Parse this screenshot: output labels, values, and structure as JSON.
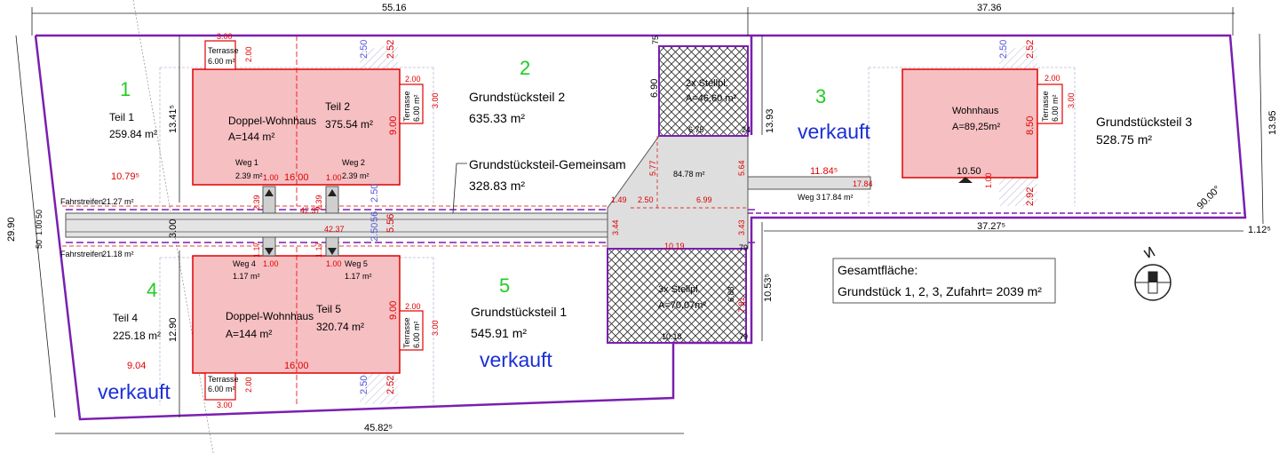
{
  "colors": {
    "boundary": "#7a1fb0",
    "house_fill": "#f6bfc2",
    "house_stroke": "#e00000",
    "dim_red": "#e00000",
    "parcel_number": "#22cc22",
    "sold_text": "#1a2fd6",
    "road_fill": "#d9d9d9"
  },
  "dimensions": {
    "top_left": "55.16",
    "top_right": "37.36",
    "left_side": "29.90",
    "bottom": "45.82⁵",
    "right_upper": "13.95",
    "right_mid_a": "13.93",
    "right_mid_b": "10.53⁵",
    "lane_right": "37.27⁵",
    "right_offset": "1.12⁵",
    "angle": "90.00°",
    "height_upper_left": "13.41⁵",
    "height_lower_left": "12.90",
    "road_width": "3.00",
    "left_50_a": "50",
    "left_100": "1.00",
    "left_50_b": "50",
    "stell_top_75": "75",
    "stell_690": "6.90",
    "stell_675": "6.75",
    "stell_24": "24",
    "stell_79": "79",
    "stell_79b": "79",
    "stell_688": "6.88",
    "stell_781": "7.81",
    "stell_1018": "10.18",
    "x_1184": "11.84⁵",
    "x_1050": "10.50",
    "x_1079": "10.79⁵",
    "x_904": "9.04"
  },
  "red_dims": {
    "house_len_upper": "16.00",
    "house_len_lower": "16.00",
    "house_height_upper": "9.00",
    "house_height_lower": "9.00",
    "road_length": "42.37",
    "road_len_top": "42.37",
    "terrace_w": "3.00",
    "terrace_h": "2.00",
    "side_250_a": "2.50",
    "side_252_a": "2.52",
    "side_250_b": "2.50",
    "side_252_b": "2.52",
    "side_556": "5.56",
    "gemeinsam_149": "1.49",
    "gemeinsam_250": "2.50",
    "gemeinsam_699": "6.99",
    "gemeinsam_577": "5.77",
    "gemeinsam_564": "5.64",
    "gemeinsam_344": "3.44",
    "gemeinsam_343": "3.43",
    "gemeinsam_1019": "10.19",
    "weg3_len": "17.84",
    "wohn_850": "8.50",
    "wohn_292": "2.92",
    "wohn_200": "2.00",
    "wohn_300": "3.00",
    "weg_100": "1.00",
    "weg_239": "2.39",
    "weg_117": "1.17"
  },
  "blue_dims": {
    "b_250_a": "2.50",
    "b_250_b": "2.50",
    "b_250_c": "2.50",
    "b_250_d": "2.50",
    "b_56": "56",
    "b_250_e": "2.50"
  },
  "parcels": {
    "p1": {
      "number": "1",
      "name": "Teil 1",
      "area": "259.84 m²"
    },
    "p2": {
      "number": "2",
      "name": "Grundstücksteil 2",
      "area": "635.33 m²"
    },
    "p3": {
      "number": "3",
      "name": "Grundstücksteil 3",
      "area": "528.75 m²",
      "status": "verkauft"
    },
    "p4": {
      "number": "4",
      "name": "Teil 4",
      "area": "225.18 m²",
      "status": "verkauft"
    },
    "p5": {
      "number": "5",
      "name": "Grundstücksteil 1",
      "area": "545.91 m²",
      "status": "verkauft"
    },
    "common": {
      "name": "Grundstücksteil-Gemeinsam",
      "area": "328.83 m²"
    }
  },
  "houses": {
    "upper": {
      "name": "Doppel-Wohnhaus",
      "area": "A=144 m²",
      "part": "Teil 2",
      "part_area": "375.54 m²"
    },
    "lower": {
      "name": "Doppel-Wohnhaus",
      "area": "A=144 m²",
      "part": "Teil 5",
      "part_area": "320.74 m²"
    },
    "wohnhaus": {
      "name": "Wohnhaus",
      "area": "A=89,25m²"
    }
  },
  "terraces": {
    "label": "Terrasse",
    "area": "6.00 m²"
  },
  "paths": {
    "weg1": {
      "name": "Weg 1",
      "area": "2.39 m²"
    },
    "weg2": {
      "name": "Weg 2",
      "area": "2.39 m²"
    },
    "weg3": {
      "name": "Weg 3",
      "area": "17.84 m²"
    },
    "weg4": {
      "name": "Weg 4",
      "area": "1.17 m²"
    },
    "weg5": {
      "name": "Weg 5",
      "area": "1.17 m²"
    }
  },
  "lanes": {
    "upper": {
      "name": "Fahrstreifen",
      "area": "21.27 m²"
    },
    "lower": {
      "name": "Fahrstreifen",
      "area": "21.18 m²"
    }
  },
  "parking": {
    "upper": {
      "name": "2x Stellpl.",
      "area": "A=46,60 m²"
    },
    "lower": {
      "name": "3x Stellpl.",
      "area": "A=70.07m²"
    },
    "center_area": "84.78 m²"
  },
  "total": {
    "title": "Gesamtfläche:",
    "text": "Grundstück 1, 2, 3, Zufahrt= 2039 m²"
  },
  "compass": {
    "icon": "north-arrow-icon"
  }
}
